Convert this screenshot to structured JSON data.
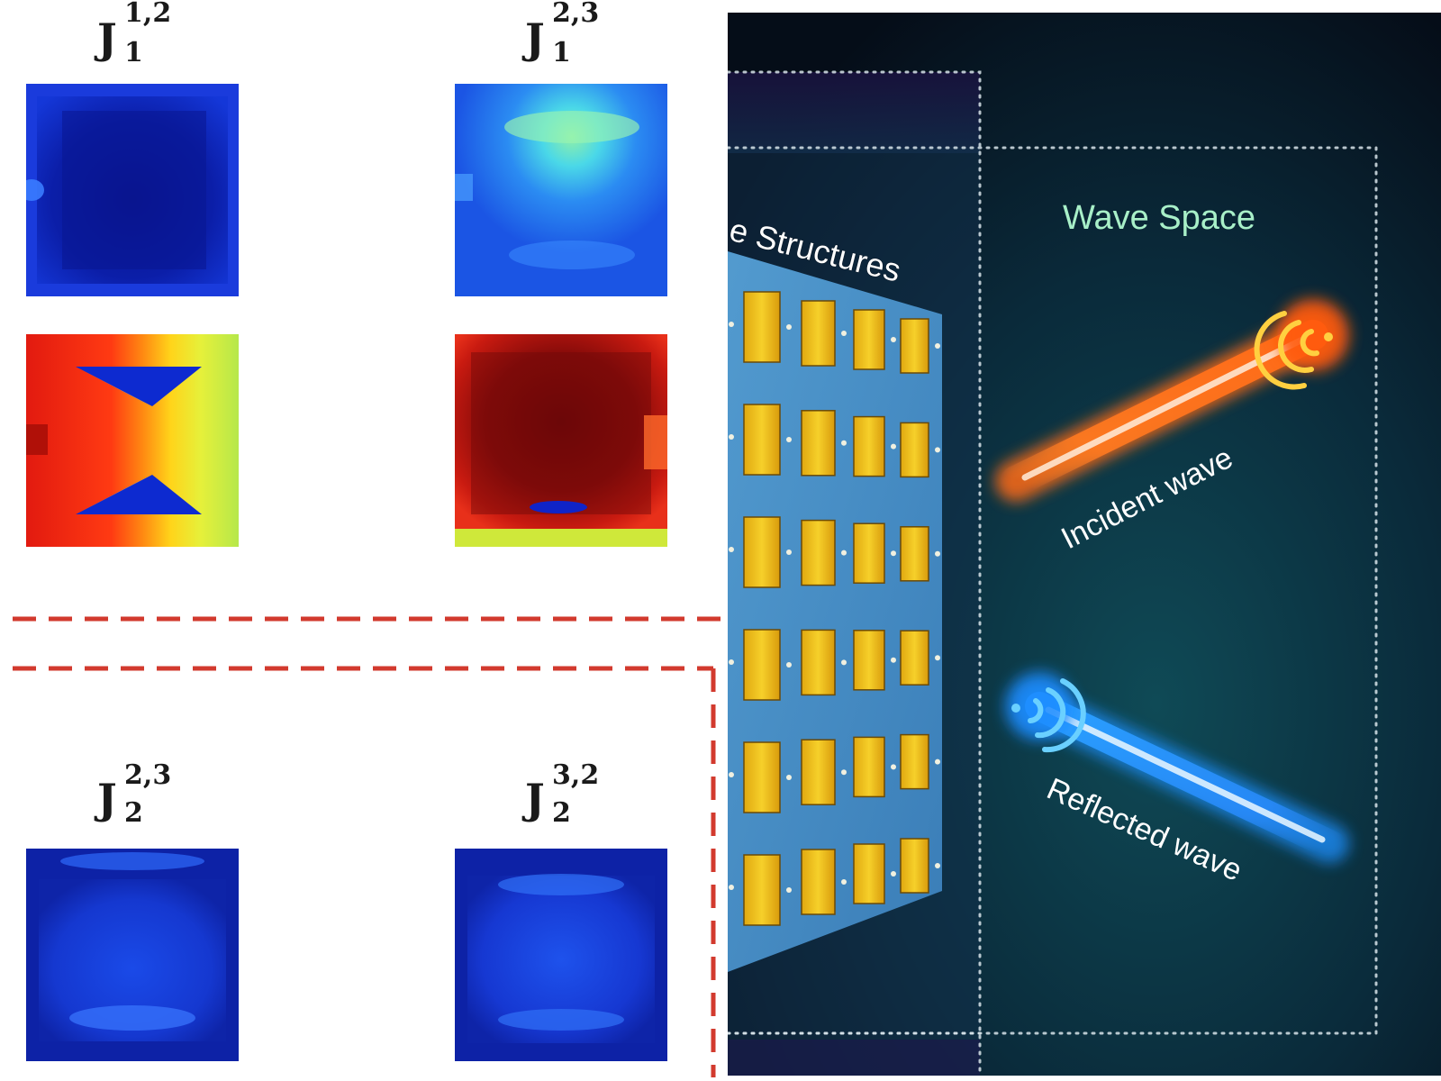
{
  "labels": {
    "j1_12": {
      "base": "J",
      "sub": "1",
      "sup": "1,2"
    },
    "j1_23": {
      "base": "J",
      "sub": "1",
      "sup": "2,3"
    },
    "j2_23": {
      "base": "J",
      "sub": "2",
      "sup": "2,3"
    },
    "j2_32": {
      "base": "J",
      "sub": "2",
      "sup": "3,2"
    }
  },
  "diagram": {
    "structures_label": "e Structures",
    "wave_space_label": "Wave Space",
    "incident_label": "Incident wave",
    "reflected_label": "Reflected wave"
  },
  "colors": {
    "divider": "#d23a2e",
    "wave_space_text": "#a8f0c8",
    "incident": "#ff8a2a",
    "reflected": "#38b6ff",
    "patch": "#f2c21a",
    "panel_bg": "#06101a"
  }
}
